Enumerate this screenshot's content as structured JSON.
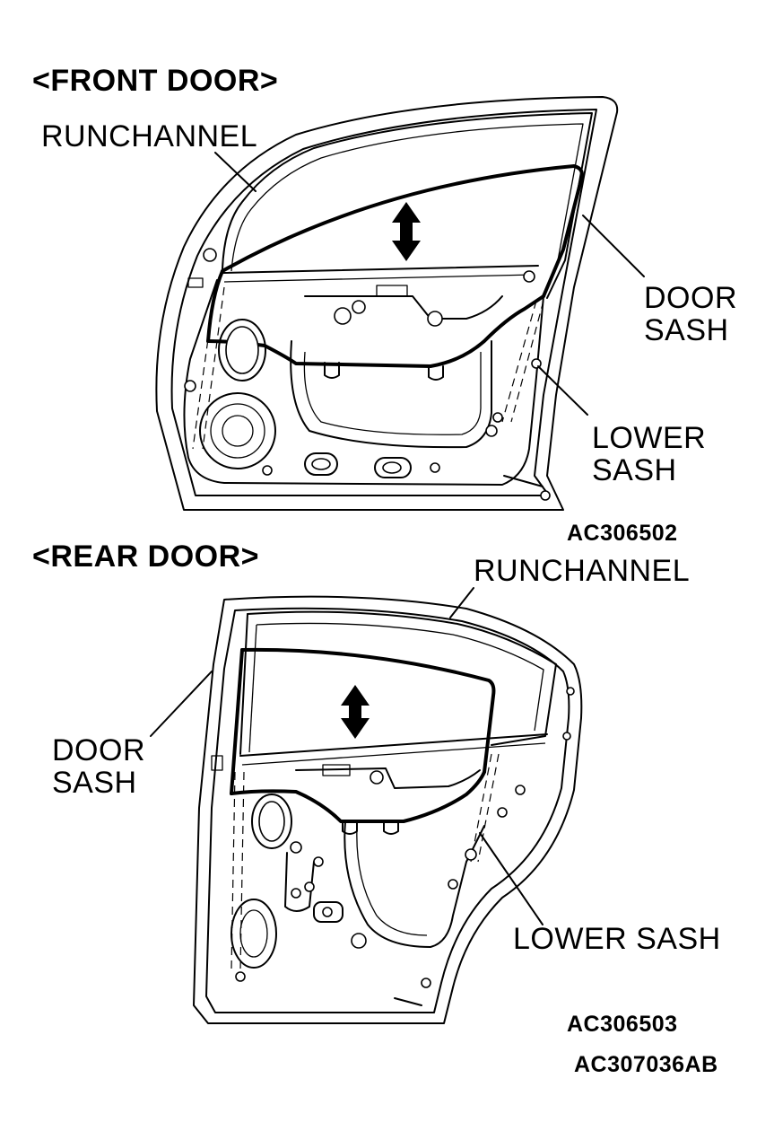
{
  "front": {
    "title": "<FRONT DOOR>",
    "label_runchannel": "RUNCHANNEL",
    "label_door_sash_1": "DOOR",
    "label_door_sash_2": "SASH",
    "label_lower_sash_1": "LOWER",
    "label_lower_sash_2": "SASH",
    "figure_code": "AC306502"
  },
  "rear": {
    "title": "<REAR DOOR>",
    "label_runchannel": "RUNCHANNEL",
    "label_door_sash_1": "DOOR",
    "label_door_sash_2": "SASH",
    "label_lower_sash": "LOWER SASH",
    "figure_code": "AC306503"
  },
  "sheet_code": "AC307036AB",
  "colors": {
    "ink": "#000000",
    "paper": "#ffffff"
  }
}
